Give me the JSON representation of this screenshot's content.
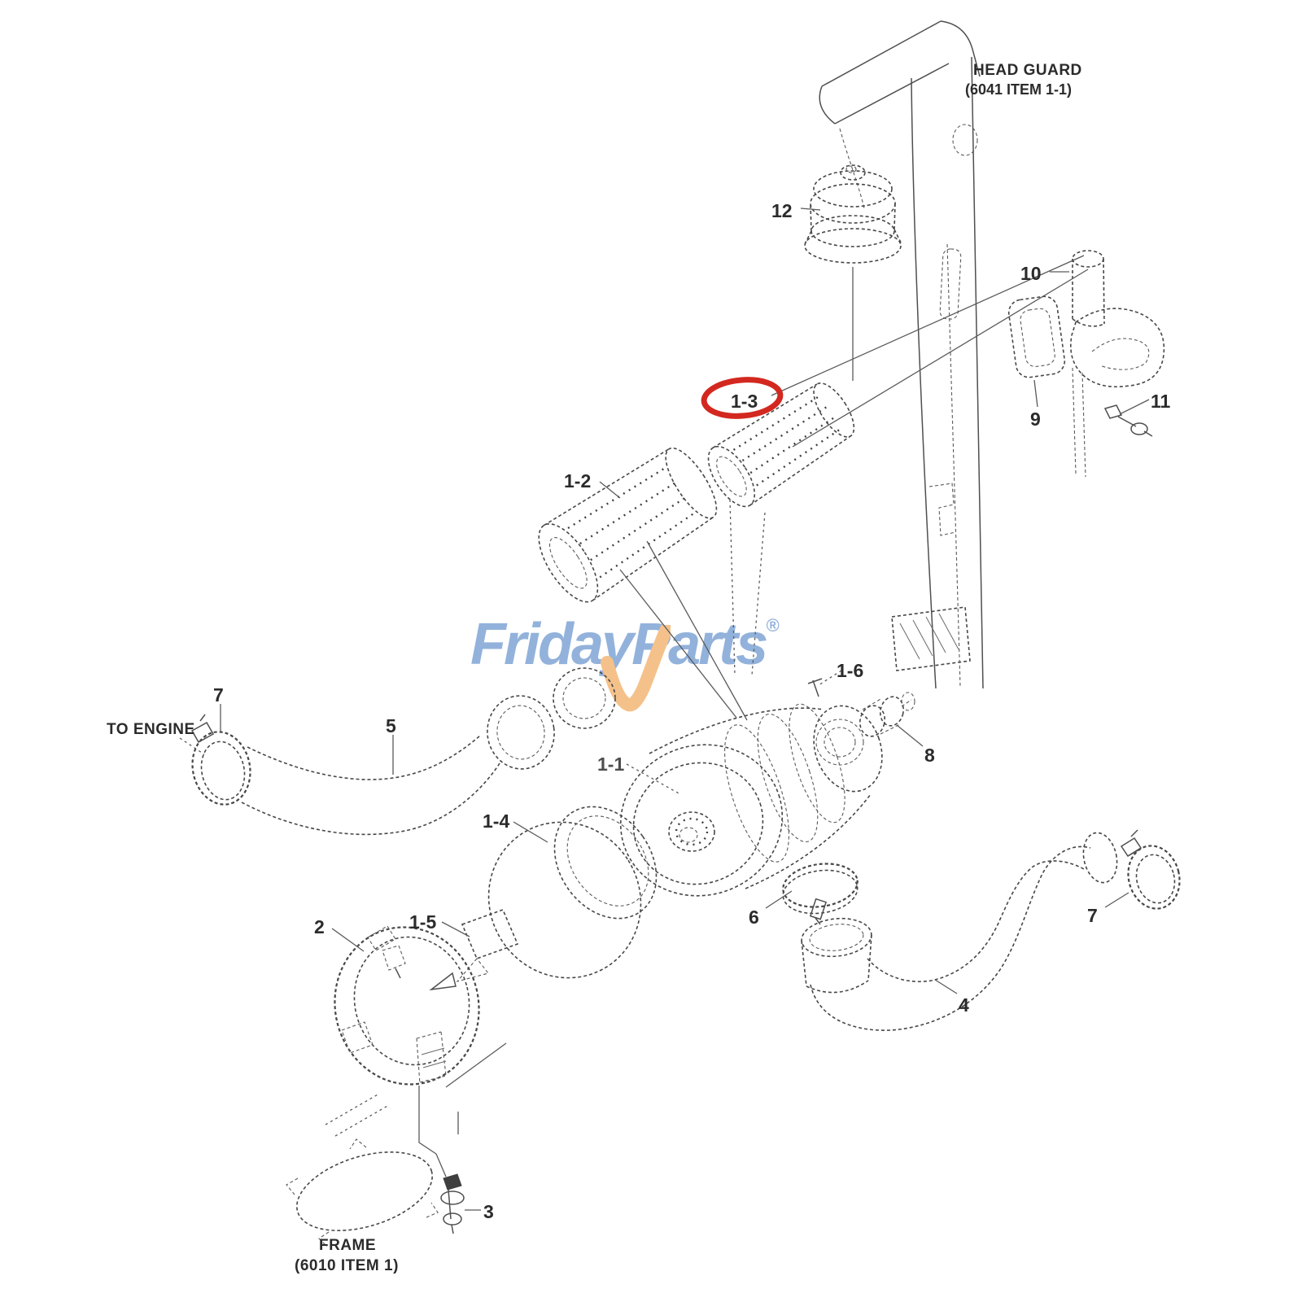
{
  "notes": {
    "head_guard1": "HEAD GUARD",
    "head_guard2": "(6041 ITEM 1-1)",
    "to_engine": "TO ENGINE",
    "frame1": "FRAME",
    "frame2": "(6010 ITEM 1)"
  },
  "parts": {
    "p1_1": "1-1",
    "p1_2": "1-2",
    "p1_3": "1-3",
    "p1_4": "1-4",
    "p1_5": "1-5",
    "p1_6": "1-6",
    "p2": "2",
    "p3": "3",
    "p4": "4",
    "p5": "5",
    "p6": "6",
    "p7_left": "7",
    "p7_right": "7",
    "p8": "8",
    "p9": "9",
    "p10": "10",
    "p11": "11",
    "p12": "12"
  },
  "watermark": {
    "word1": "Friday",
    "word2": "Parts",
    "registered": "®"
  },
  "colors": {
    "highlight_red": "#d3281f",
    "watermark_blue": "#87aad8",
    "watermark_orange": "#f4bb7e",
    "line_gray": "#474747"
  }
}
